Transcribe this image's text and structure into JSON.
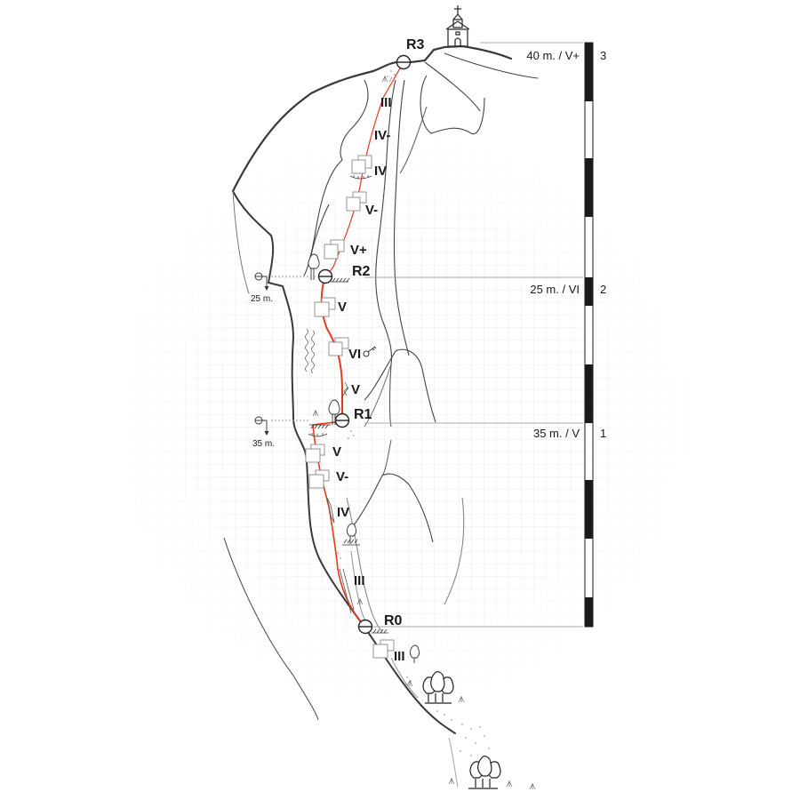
{
  "diagram": {
    "type": "climbing-route-topo",
    "colors": {
      "route": "#e8391e",
      "rock": "#333333",
      "grid": "#eeeeee",
      "scale_dark": "#1a1a1a"
    }
  },
  "belays": [
    {
      "id": "R0",
      "label": "R0"
    },
    {
      "id": "R1",
      "label": "R1"
    },
    {
      "id": "R2",
      "label": "R2"
    },
    {
      "id": "R3",
      "label": "R3"
    }
  ],
  "grades": [
    "III",
    "IV-",
    "IV",
    "V-",
    "V+",
    "V",
    "VI",
    "V",
    "V",
    "V-",
    "IV",
    "III",
    "III"
  ],
  "pitches": [
    {
      "number": "1",
      "info": "35 m. / V"
    },
    {
      "number": "2",
      "info": "25 m. / VI"
    },
    {
      "number": "3",
      "info": "40 m. / V+"
    }
  ],
  "rappels": [
    {
      "label": "25 m."
    },
    {
      "label": "35 m."
    }
  ],
  "icons": [
    "chapel-icon",
    "tree-icon",
    "key-icon",
    "belay-anchor-icon",
    "ledge-icon",
    "grass-icon",
    "scree-icon",
    "crack-icon",
    "roof-icon",
    "rappel-icon"
  ]
}
